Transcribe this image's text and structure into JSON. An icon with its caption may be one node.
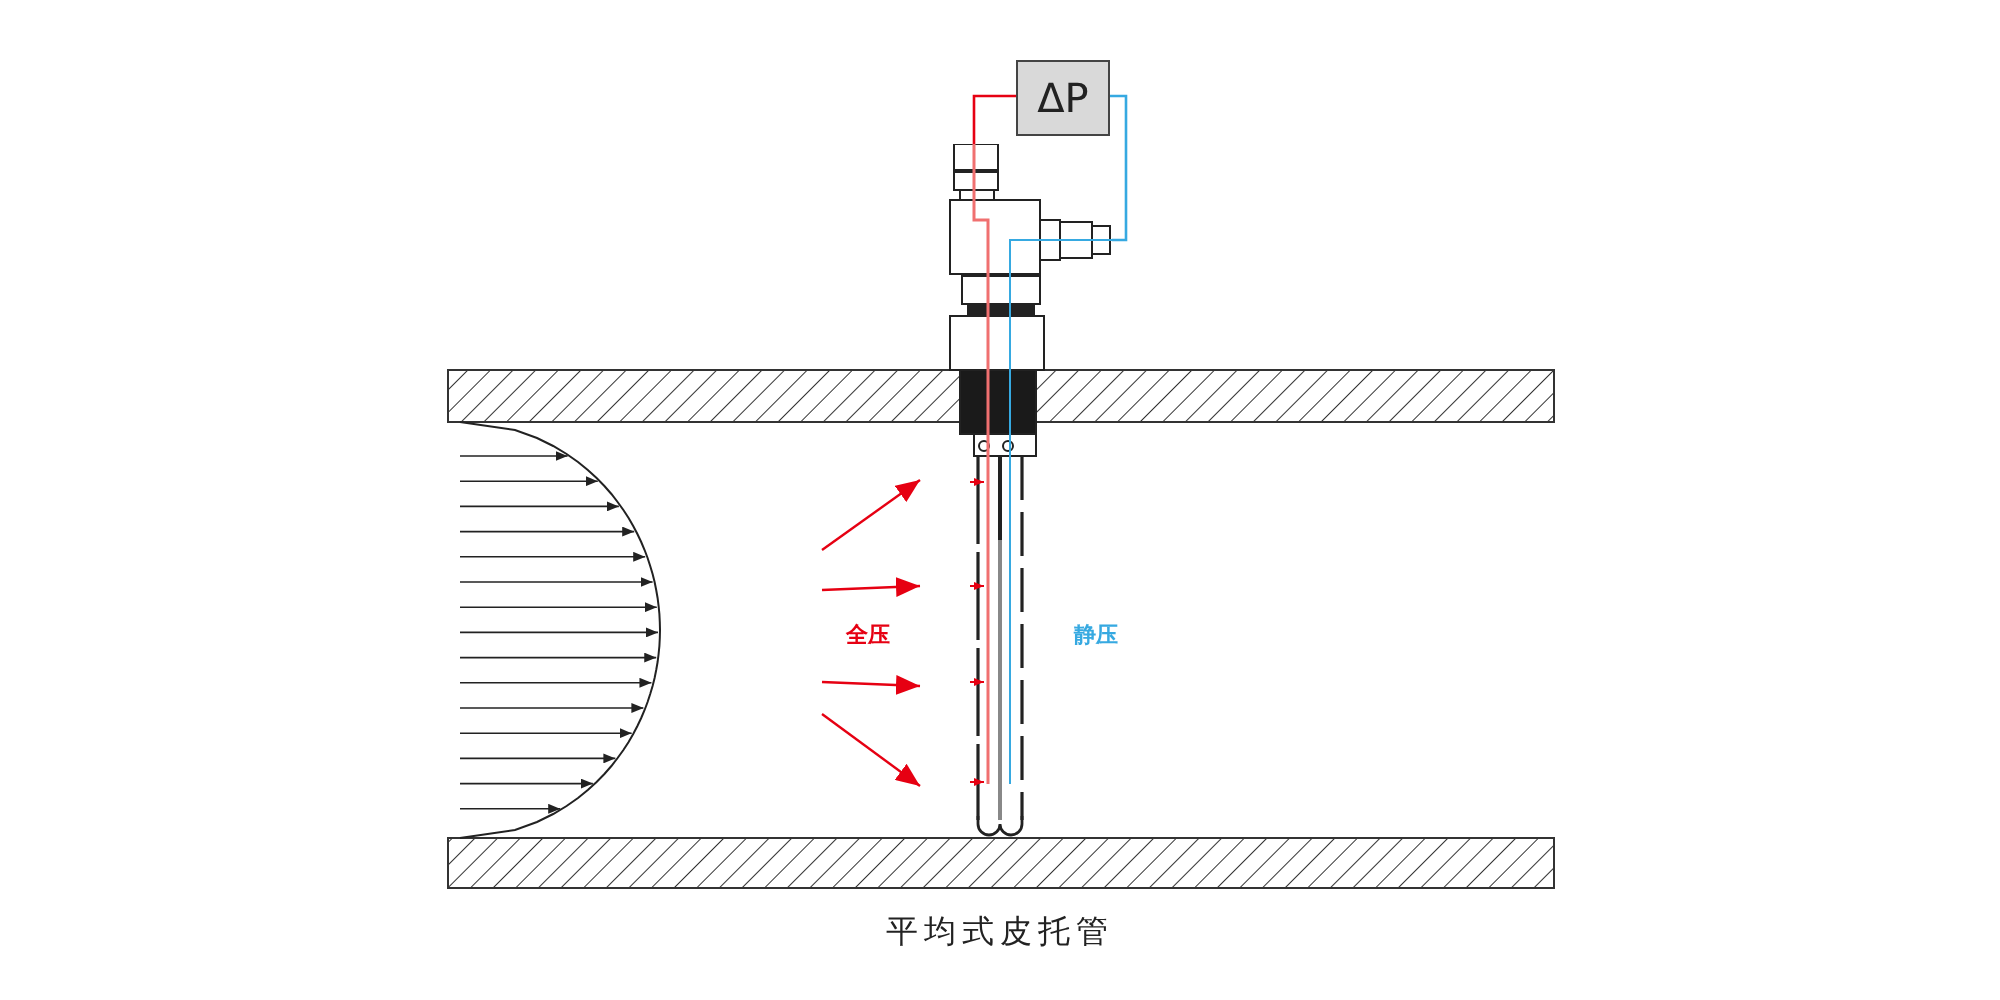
{
  "diagram": {
    "caption": "平均式皮托管",
    "nodes": [
      {
        "text": [
          "ΔP"
        ]
      },
      {
        "text": [],
        "shape": "picture"
      }
    ],
    "edges": [
      {
        "from": 0,
        "to": 1,
        "arrow": "none",
        "color": "#e60012"
      },
      {
        "from": 0,
        "to": 1,
        "arrow": "none",
        "color": "#36a9e1"
      }
    ],
    "labels": [
      "全压",
      "静压"
    ]
  }
}
